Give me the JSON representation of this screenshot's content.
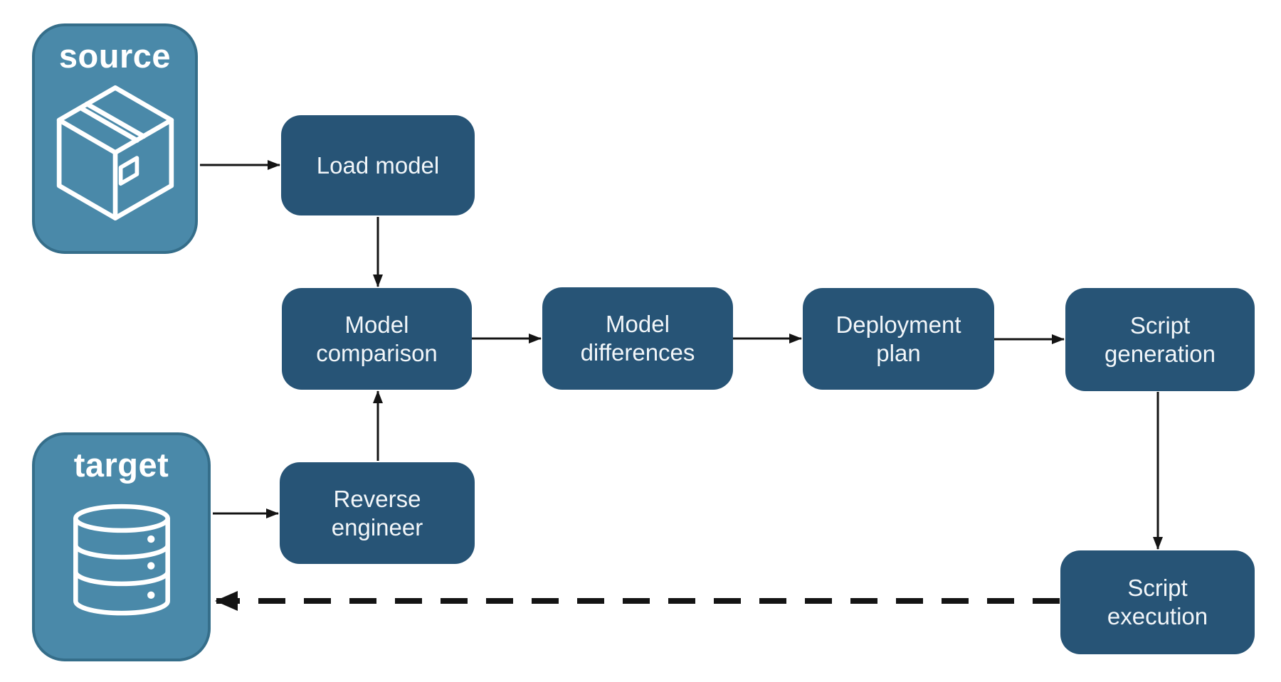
{
  "diagram": {
    "colors": {
      "background": "#ffffff",
      "entity_fill": "#4a89a9",
      "entity_border": "#356e8a",
      "process_fill": "#275476",
      "label_text": "#ffffff",
      "process_text": "#f2f6f9",
      "arrow": "#141414"
    },
    "entities": {
      "source": {
        "label": "source",
        "icon": "package-icon"
      },
      "target": {
        "label": "target",
        "icon": "database-icon"
      }
    },
    "processes": {
      "load_model": {
        "label": "Load model"
      },
      "model_comparison": {
        "label": "Model comparison"
      },
      "model_differences": {
        "label": "Model differences"
      },
      "deployment_plan": {
        "label": "Deployment plan"
      },
      "script_generation": {
        "label": "Script generation"
      },
      "reverse_engineer": {
        "label": "Reverse engineer"
      },
      "script_execution": {
        "label": "Script execution"
      }
    },
    "edges": [
      {
        "from": "source",
        "to": "load_model",
        "style": "solid"
      },
      {
        "from": "load_model",
        "to": "model_comparison",
        "style": "solid"
      },
      {
        "from": "target",
        "to": "reverse_engineer",
        "style": "solid"
      },
      {
        "from": "reverse_engineer",
        "to": "model_comparison",
        "style": "solid"
      },
      {
        "from": "model_comparison",
        "to": "model_differences",
        "style": "solid"
      },
      {
        "from": "model_differences",
        "to": "deployment_plan",
        "style": "solid"
      },
      {
        "from": "deployment_plan",
        "to": "script_generation",
        "style": "solid"
      },
      {
        "from": "script_generation",
        "to": "script_execution",
        "style": "solid"
      },
      {
        "from": "script_execution",
        "to": "target",
        "style": "dashed"
      }
    ]
  }
}
